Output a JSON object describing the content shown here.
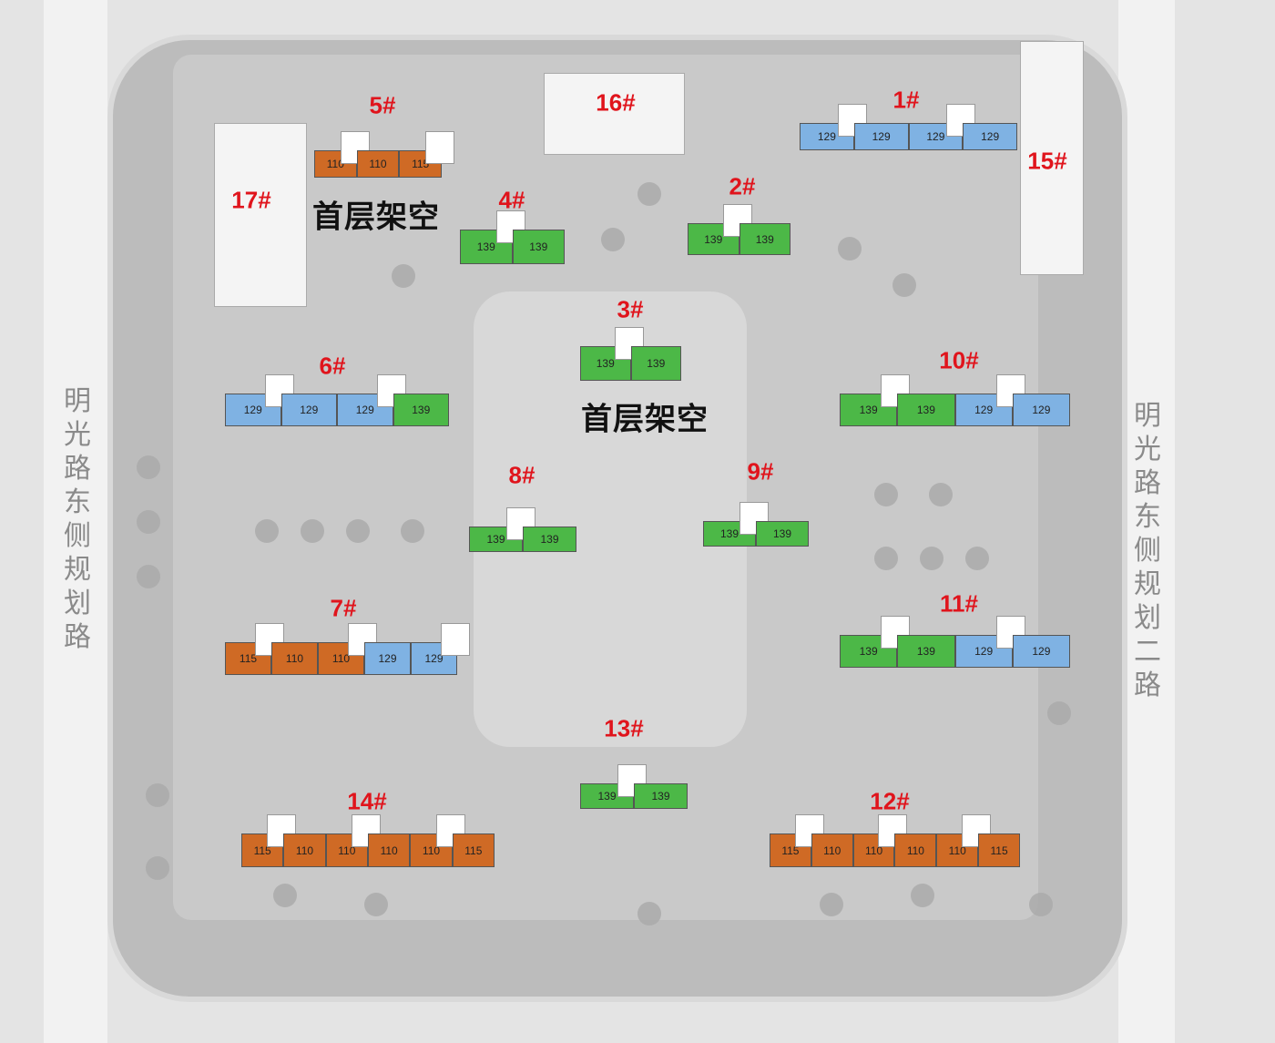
{
  "colors": {
    "blue": "#7fb2e3",
    "green": "#4cb847",
    "orange": "#cf6a25",
    "label": "#e0141c"
  },
  "notes": [
    "首层架空",
    "首层架空"
  ],
  "roads": {
    "left": "明光路东侧规划路",
    "right": "明光路东侧规划二路"
  },
  "white_buildings": [
    {
      "id": "15",
      "label": "15#"
    },
    {
      "id": "16",
      "label": "16#"
    },
    {
      "id": "17",
      "label": "17#"
    }
  ],
  "buildings": [
    {
      "id": "1",
      "label": "1#",
      "units": [
        [
          "129",
          "blue"
        ],
        [
          "129",
          "blue"
        ],
        [
          "129",
          "blue"
        ],
        [
          "129",
          "blue"
        ]
      ]
    },
    {
      "id": "2",
      "label": "2#",
      "units": [
        [
          "139",
          "green"
        ],
        [
          "139",
          "green"
        ]
      ]
    },
    {
      "id": "3",
      "label": "3#",
      "units": [
        [
          "139",
          "green"
        ],
        [
          "139",
          "green"
        ]
      ]
    },
    {
      "id": "4",
      "label": "4#",
      "units": [
        [
          "139",
          "green"
        ],
        [
          "139",
          "green"
        ]
      ]
    },
    {
      "id": "5",
      "label": "5#",
      "units": [
        [
          "110",
          "orange"
        ],
        [
          "110",
          "orange"
        ],
        [
          "115",
          "orange"
        ]
      ]
    },
    {
      "id": "6",
      "label": "6#",
      "units": [
        [
          "129",
          "blue"
        ],
        [
          "129",
          "blue"
        ],
        [
          "129",
          "blue"
        ],
        [
          "139",
          "green"
        ]
      ]
    },
    {
      "id": "7",
      "label": "7#",
      "units": [
        [
          "115",
          "orange"
        ],
        [
          "110",
          "orange"
        ],
        [
          "110",
          "orange"
        ],
        [
          "129",
          "blue"
        ],
        [
          "129",
          "blue"
        ]
      ]
    },
    {
      "id": "8",
      "label": "8#",
      "units": [
        [
          "139",
          "green"
        ],
        [
          "139",
          "green"
        ]
      ]
    },
    {
      "id": "9",
      "label": "9#",
      "units": [
        [
          "139",
          "green"
        ],
        [
          "139",
          "green"
        ]
      ]
    },
    {
      "id": "10",
      "label": "10#",
      "units": [
        [
          "139",
          "green"
        ],
        [
          "139",
          "green"
        ],
        [
          "129",
          "blue"
        ],
        [
          "129",
          "blue"
        ]
      ]
    },
    {
      "id": "11",
      "label": "11#",
      "units": [
        [
          "139",
          "green"
        ],
        [
          "139",
          "green"
        ],
        [
          "129",
          "blue"
        ],
        [
          "129",
          "blue"
        ]
      ]
    },
    {
      "id": "12",
      "label": "12#",
      "units": [
        [
          "115",
          "orange"
        ],
        [
          "110",
          "orange"
        ],
        [
          "110",
          "orange"
        ],
        [
          "110",
          "orange"
        ],
        [
          "110",
          "orange"
        ],
        [
          "115",
          "orange"
        ]
      ]
    },
    {
      "id": "13",
      "label": "13#",
      "units": [
        [
          "139",
          "green"
        ],
        [
          "139",
          "green"
        ]
      ]
    },
    {
      "id": "14",
      "label": "14#",
      "units": [
        [
          "115",
          "orange"
        ],
        [
          "110",
          "orange"
        ],
        [
          "110",
          "orange"
        ],
        [
          "110",
          "orange"
        ],
        [
          "110",
          "orange"
        ],
        [
          "115",
          "orange"
        ]
      ]
    }
  ]
}
